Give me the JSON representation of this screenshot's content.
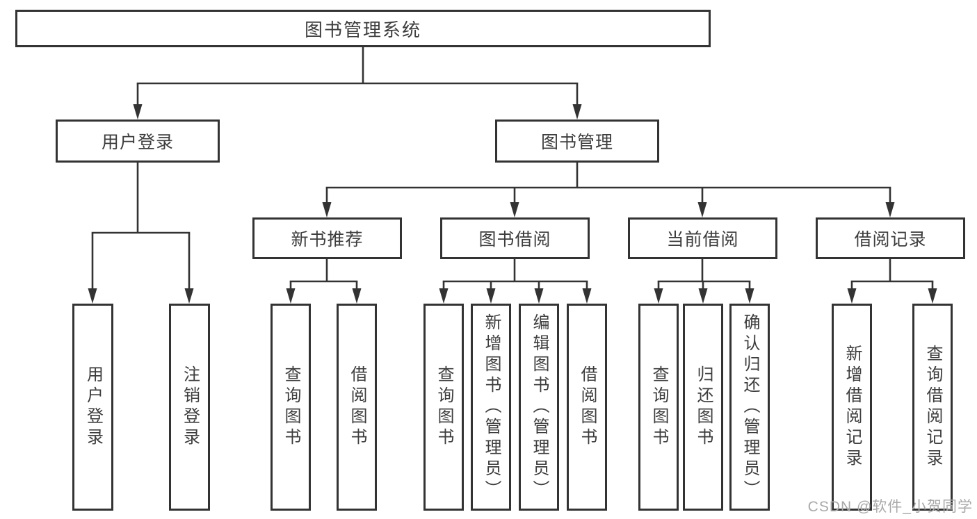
{
  "diagram": {
    "title": "图书管理系统",
    "colors": {
      "line": "#333333",
      "text": "#3d3d3d",
      "background": "#ffffff",
      "watermark": "#a9a9a9"
    },
    "level2": [
      {
        "label": "用户登录"
      },
      {
        "label": "图书管理"
      }
    ],
    "level3": [
      {
        "label": "新书推荐"
      },
      {
        "label": "图书借阅"
      },
      {
        "label": "当前借阅"
      },
      {
        "label": "借阅记录"
      }
    ],
    "leaves": [
      "用户登录",
      "注销登录",
      "查询图书",
      "借阅图书",
      "查询图书",
      "新增图书（管理员）",
      "编辑图书（管理员）",
      "借阅图书",
      "查询图书",
      "归还图书",
      "确认归还（管理员）",
      "新增借阅记录",
      "查询借阅记录"
    ],
    "watermark": "CSDN @软件_小贺同学"
  }
}
